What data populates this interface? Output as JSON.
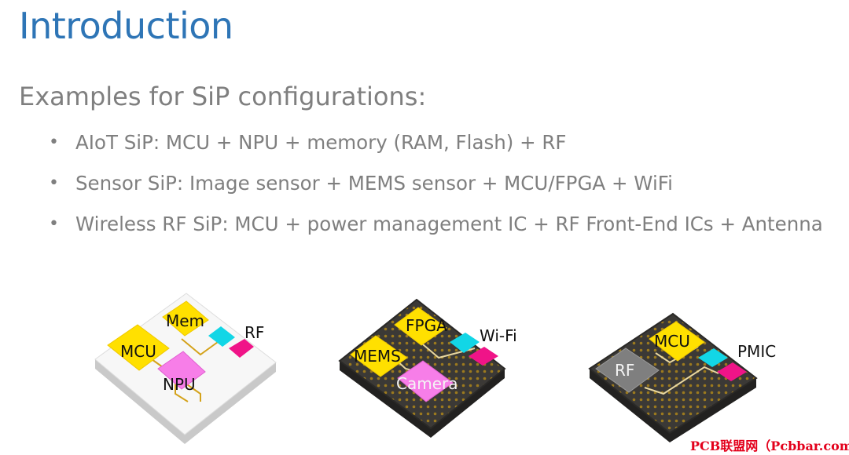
{
  "slide": {
    "title": "Introduction",
    "subtitle": "Examples for SiP configurations:",
    "bullet_symbol": "•",
    "bullets": [
      "AIoT SiP:  MCU + NPU + memory (RAM, Flash) + RF",
      "Sensor SiP:  Image sensor + MEMS sensor + MCU/FPGA + WiFi",
      "Wireless RF SiP:   MCU + power management IC + RF Front-End ICs + Antenna"
    ]
  },
  "diagrams": {
    "aiot": {
      "mem": "Mem",
      "rf": "RF",
      "mcu": "MCU",
      "npu": "NPU"
    },
    "sensor": {
      "fpga": "FPGA",
      "wifi": "Wi-Fi",
      "mems": "MEMS",
      "camera": "Camera"
    },
    "wireless": {
      "mcu": "MCU",
      "pmic": "PMIC",
      "rf": "RF"
    }
  },
  "watermark": "PCB联盟网（Pcbbar.com）",
  "colors": {
    "title": "#2e75b6",
    "text": "#7f7f7f",
    "chip_yellow": "#ffe000",
    "chip_cyan": "#12d6e6",
    "chip_magenta": "#f01488",
    "chip_pink": "#f77ee8",
    "substrate_dark": "#3b3936",
    "watermark": "#e3001b"
  }
}
